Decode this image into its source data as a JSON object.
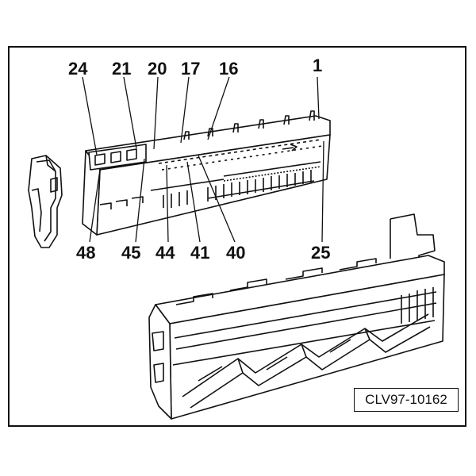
{
  "figure_id": "CLV97-10162",
  "top_labels": [
    "24",
    "21",
    "20",
    "17",
    "16",
    "1"
  ],
  "bottom_labels": [
    "48",
    "45",
    "44",
    "41",
    "40",
    "25"
  ]
}
